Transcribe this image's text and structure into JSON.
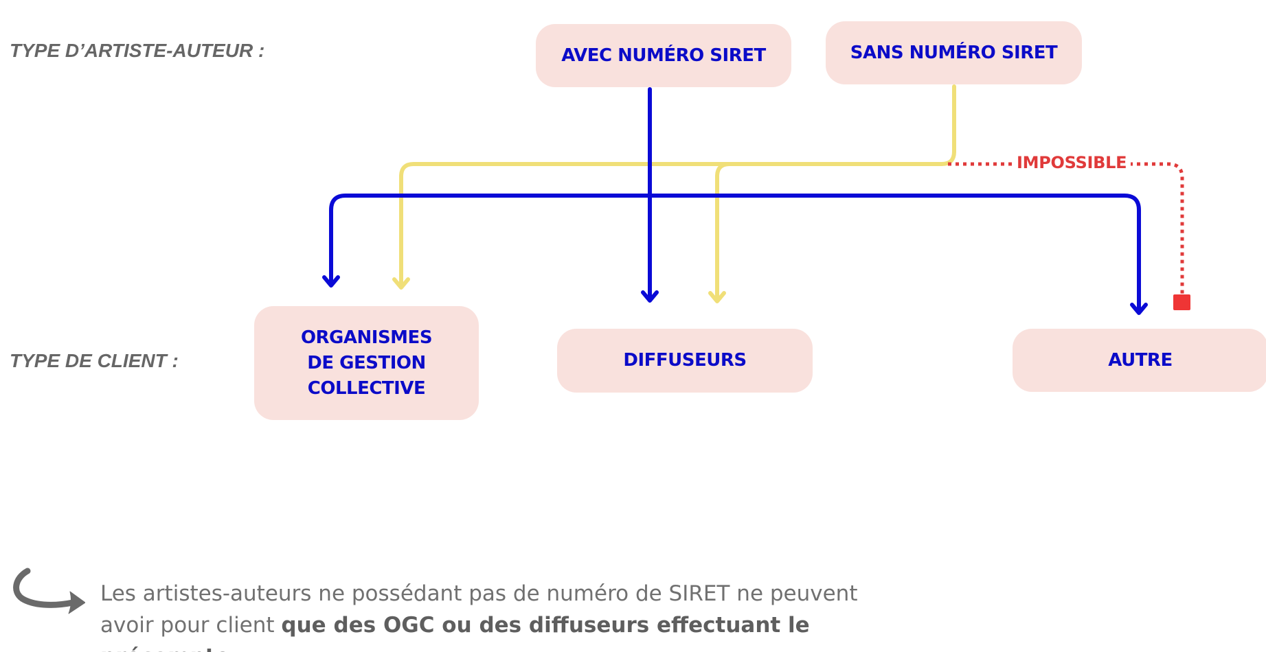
{
  "labels": {
    "artist_type": "TYPE D’ARTISTE-AUTEUR :",
    "client_type": "TYPE DE CLIENT :"
  },
  "nodes": {
    "avec_siret": "AVEC NUMÉRO SIRET",
    "sans_siret": "SANS NUMÉRO SIRET",
    "ogc": "ORGANISMES\nDE GESTION\nCOLLECTIVE",
    "diffuseurs": "DIFFUSEURS",
    "autre": "AUTRE"
  },
  "impossible_label": "IMPOSSIBLE",
  "footnote": {
    "line1": "Les artistes-auteurs ne possédant pas de numéro de SIRET ne peuvent",
    "line2_prefix": "avoir pour client ",
    "line2_bold": "que des OGC ou des diffuseurs effectuant le précompte."
  },
  "colors": {
    "node_fill": "#f9e1dd",
    "node_text": "#0b0bc8",
    "blue_line": "#0a0ad6",
    "yellow_line": "#f0df78",
    "red_dotted": "#e03a3a",
    "red_marker": "#ef3535",
    "label_gray": "#666666",
    "note_icon": "#6a6a6a"
  },
  "icons": {
    "footnote_arrow": "curved-return-arrow-icon"
  }
}
